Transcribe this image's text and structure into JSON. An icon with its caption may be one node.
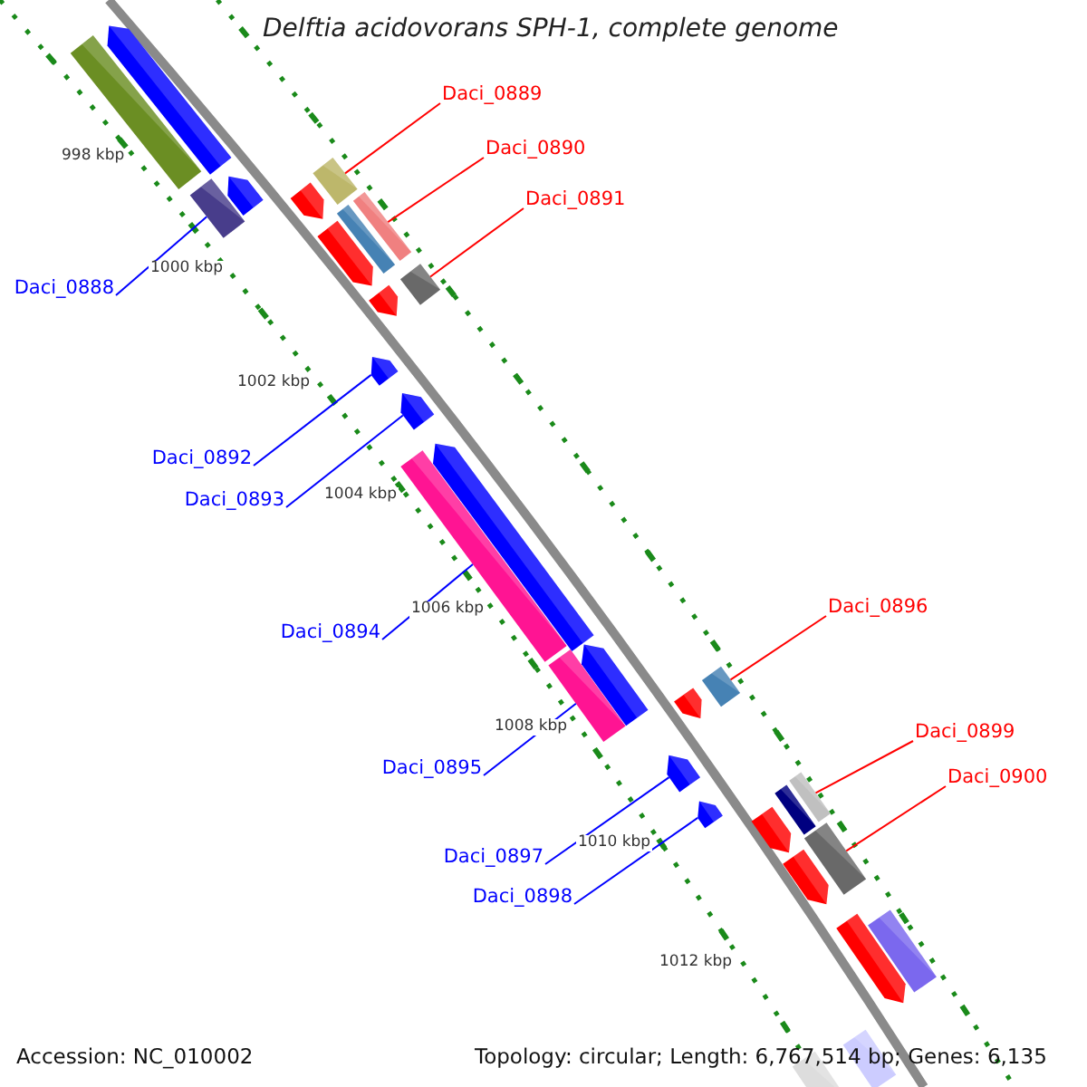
{
  "diagram": {
    "title": "Delftia acidovorans SPH-1, complete genome",
    "nodes": [
      {
        "text": [
          "Daci_0889"
        ]
      },
      {
        "text": [
          "Daci_0890"
        ]
      },
      {
        "text": [
          "Daci_0891"
        ]
      },
      {
        "text": [
          "Daci_0888"
        ]
      },
      {
        "text": [
          "Daci_0892"
        ]
      },
      {
        "text": [
          "Daci_0893"
        ]
      },
      {
        "text": [
          "Daci_0894"
        ]
      },
      {
        "text": [
          "Daci_0895"
        ]
      },
      {
        "text": [
          "Daci_0896"
        ]
      },
      {
        "text": [
          "Daci_0899"
        ]
      },
      {
        "text": [
          "Daci_0900"
        ]
      },
      {
        "text": [
          "Daci_0897"
        ]
      },
      {
        "text": [
          "Daci_0898"
        ]
      },
      {
        "text": [],
        "shape": "bar"
      },
      {
        "text": [],
        "shape": "bar"
      },
      {
        "text": [],
        "shape": "bar"
      },
      {
        "text": [],
        "shape": "bar"
      },
      {
        "text": [],
        "shape": "bar"
      },
      {
        "text": [],
        "shape": "bar"
      },
      {
        "text": [],
        "shape": "bar"
      },
      {
        "text": [],
        "shape": "bar"
      },
      {
        "text": [],
        "shape": "bar"
      },
      {
        "text": [],
        "shape": "bar"
      },
      {
        "text": [],
        "shape": "bar"
      },
      {
        "text": [],
        "shape": "bar"
      },
      {
        "text": [],
        "shape": "bar"
      }
    ],
    "edges": [
      {
        "from": 0,
        "to": 13,
        "arrow": "none",
        "color": "#ff0000"
      },
      {
        "from": 1,
        "to": 15,
        "arrow": "none",
        "color": "#ff0000"
      },
      {
        "from": 2,
        "to": 16,
        "arrow": "none",
        "color": "#ff0000"
      },
      {
        "from": 3,
        "to": 14,
        "arrow": "none"
      },
      {
        "from": 4,
        "to": 17,
        "arrow": "none"
      },
      {
        "from": 5,
        "to": 18,
        "arrow": "none"
      },
      {
        "from": 6,
        "to": 19,
        "arrow": "none"
      },
      {
        "from": 7,
        "to": 21,
        "arrow": "none"
      },
      {
        "from": 8,
        "to": 20,
        "arrow": "none",
        "color": "#ff0000"
      },
      {
        "from": 9,
        "to": 23,
        "arrow": "none",
        "color": "#ff0000"
      },
      {
        "from": 10,
        "to": 25,
        "arrow": "none",
        "color": "#ff0000"
      },
      {
        "from": 11,
        "to": 22,
        "arrow": "none"
      },
      {
        "from": 12,
        "to": 24,
        "arrow": "none"
      }
    ],
    "labels": [
      "998 kbp",
      "1000 kbp",
      "1002 kbp",
      "1004 kbp",
      "1006 kbp",
      "1008 kbp",
      "1010 kbp",
      "1012 kbp",
      "Accession: NC_010002",
      "Topology: circular; Length: 6,767,514 bp; Genes: 6,135"
    ]
  }
}
